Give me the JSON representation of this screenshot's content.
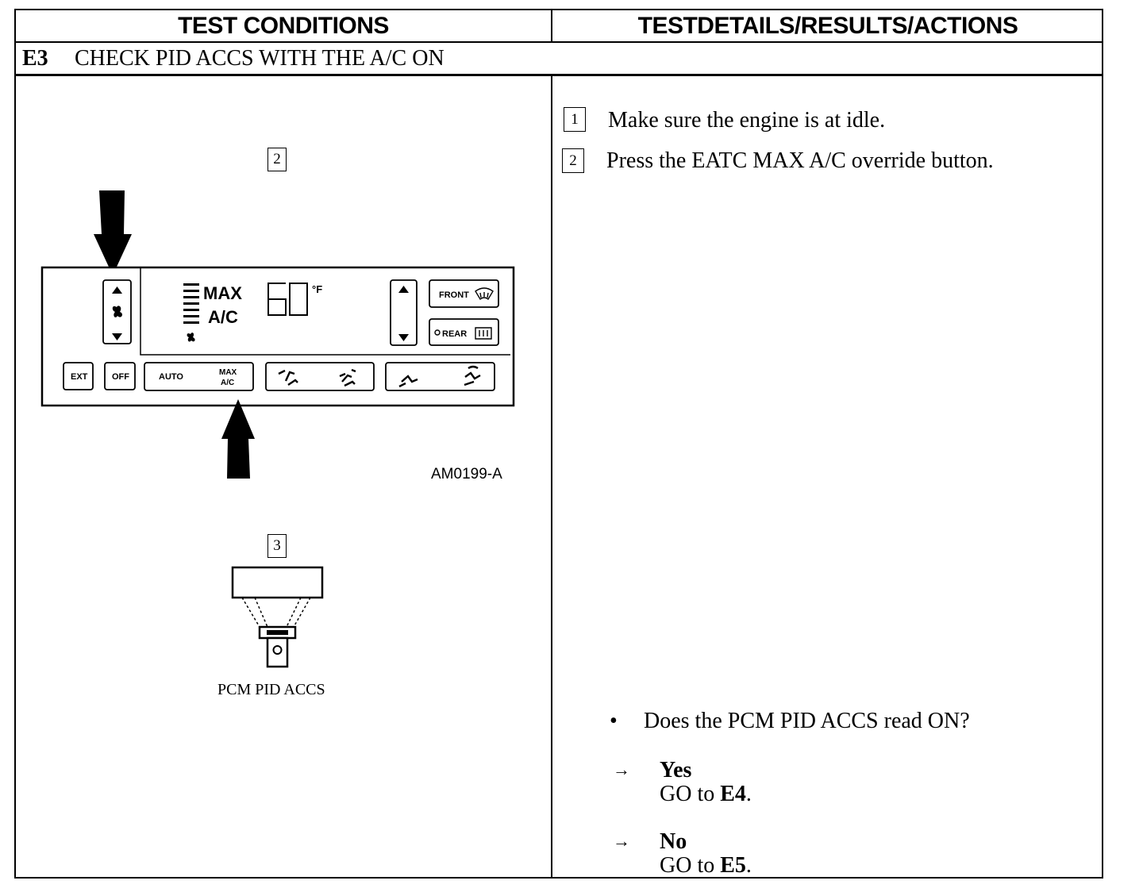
{
  "header": {
    "left": "TEST CONDITIONS",
    "right": "TESTDETAILS/RESULTS/ACTIONS"
  },
  "step": {
    "id": "E3",
    "title": "CHECK PID ACCS WITH THE A/C ON"
  },
  "figure": {
    "step_markers": [
      "2",
      "3"
    ],
    "panel": {
      "max_label": "MAX",
      "ac_label": "A/C",
      "temp_display": "60",
      "temp_unit": "°F",
      "front_button": "FRONT",
      "rear_button": "REAR",
      "ext_button": "EXT",
      "off_button": "OFF",
      "auto_button": "AUTO",
      "max_ac_button_line1": "MAX",
      "max_ac_button_line2": "A/C"
    },
    "caption": "AM0199-A",
    "pid_caption": "PCM PID ACCS"
  },
  "instructions": [
    {
      "num": "1",
      "text": "Make sure the engine is at idle."
    },
    {
      "num": "2",
      "text": "Press the EATC MAX A/C override button."
    }
  ],
  "question": {
    "bullet": "•",
    "text": "Does the PCM PID ACCS read ON?"
  },
  "answers": [
    {
      "arrow": "→",
      "label": "Yes",
      "action_prefix": "GO to ",
      "target": "E4",
      "suffix": "."
    },
    {
      "arrow": "→",
      "label": "No",
      "action_prefix": "GO to ",
      "target": "E5",
      "suffix": "."
    }
  ],
  "colors": {
    "ink": "#000000",
    "paper": "#ffffff"
  }
}
